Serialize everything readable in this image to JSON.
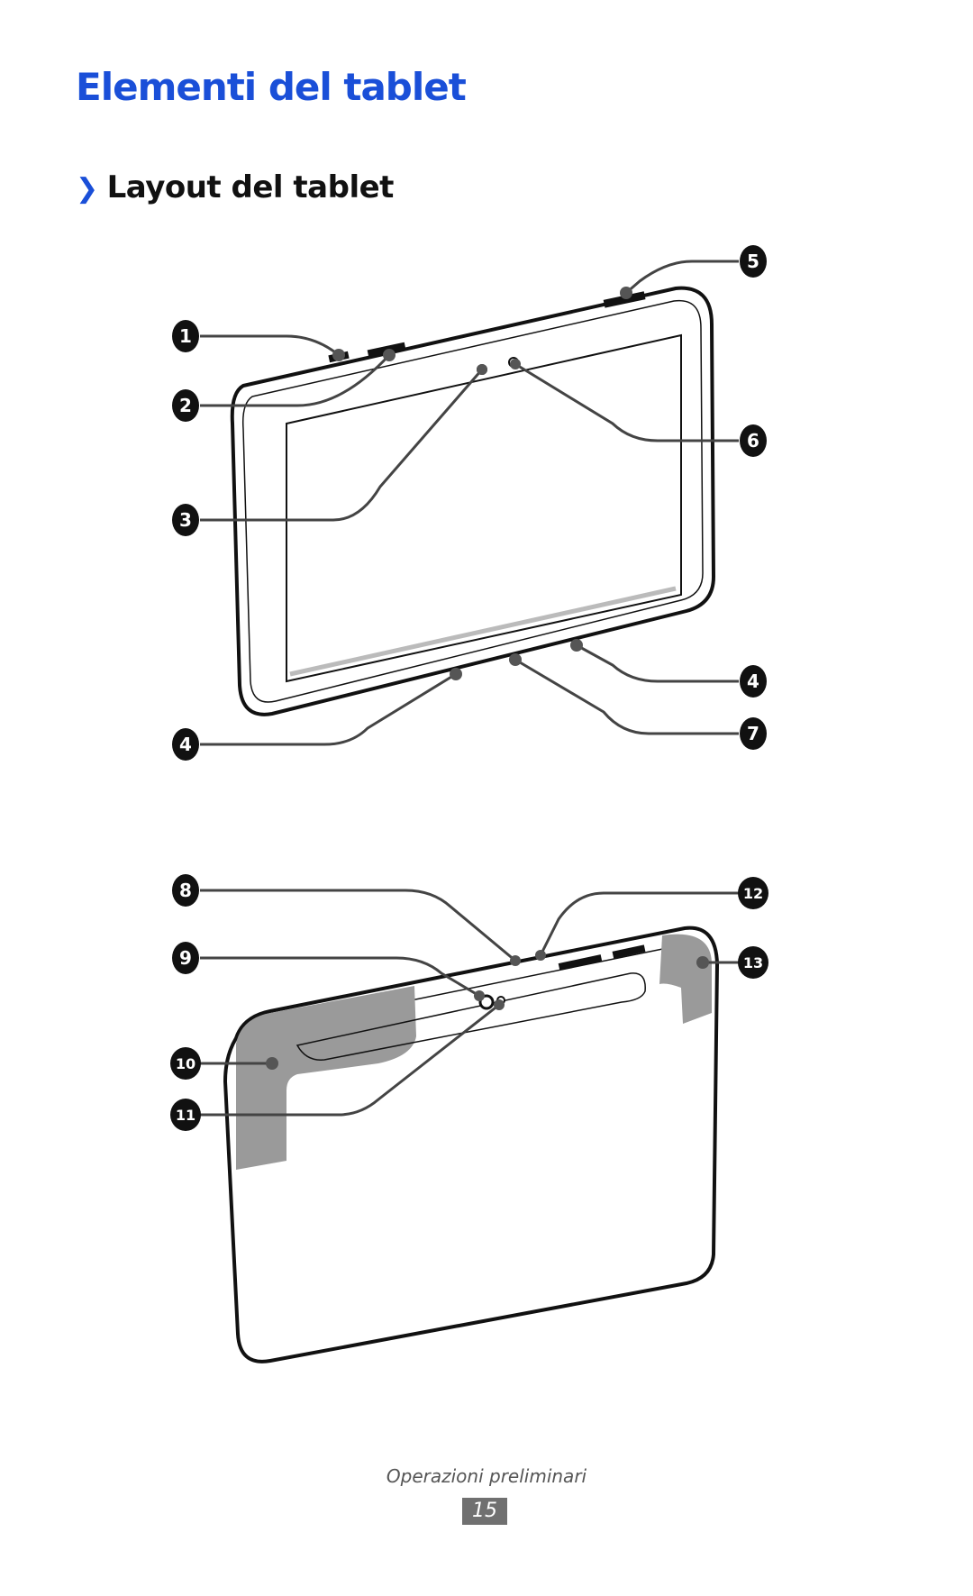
{
  "title": "Elementi del tablet",
  "section": {
    "chevron": "❯",
    "heading": "Layout del tablet"
  },
  "callouts_front": [
    "1",
    "2",
    "3",
    "4",
    "5",
    "6",
    "4",
    "7"
  ],
  "callouts_back": [
    "8",
    "9",
    "10",
    "11",
    "12",
    "13"
  ],
  "footer": {
    "section_name": "Operazioni preliminari",
    "page_number": "15"
  },
  "colors": {
    "title": "#1a4fd8",
    "chevron": "#1a4fd8",
    "leader": "#444444",
    "badge": "#111111",
    "shaded_area": "#9a9a9a",
    "page_badge_bg": "#707070"
  }
}
